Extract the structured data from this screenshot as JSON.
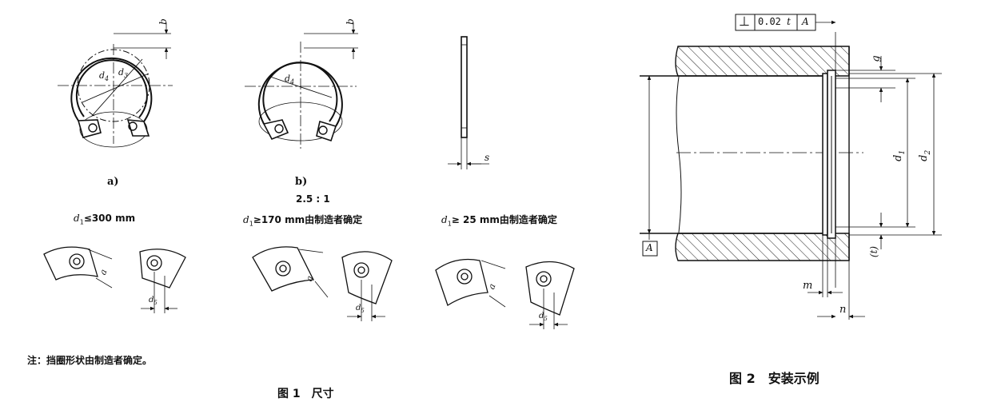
{
  "figure1": {
    "sub_a": "a)",
    "sub_b": "b)",
    "scale": "2.5 : 1",
    "cond_1": "≤300 mm",
    "cond_2": "≥170 mm由制造者确定",
    "cond_3": "≥ 25 mm由制造者确定",
    "d1_symbol": "d",
    "d1_sub": "1",
    "note": "注：挡圈形状由制造者确定。",
    "caption": "图 1　尺寸",
    "dim_labels": {
      "b": "b",
      "s": "s",
      "a": "a",
      "d5": "d",
      "d5_sub": "5",
      "d4": "d",
      "d4_sub": "4",
      "d3": "d",
      "d3_sub": "3"
    }
  },
  "figure2": {
    "tolerance": {
      "symbol": "⊥",
      "value": "0.02",
      "t": "t",
      "datum": "A"
    },
    "datum_box": "A",
    "labels": {
      "g": "g",
      "d1": "d",
      "d1_sub": "1",
      "d2": "d",
      "d2_sub": "2",
      "t": "(t)",
      "m": "m",
      "n": "n"
    },
    "caption": "图 2　安装示例"
  }
}
